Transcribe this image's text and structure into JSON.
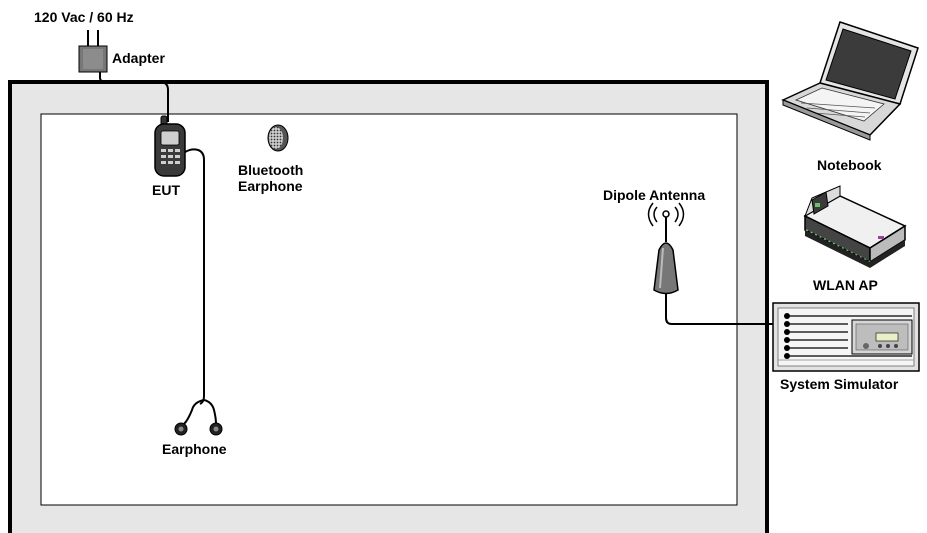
{
  "labels": {
    "power_source": "120 Vac / 60 Hz",
    "adapter": "Adapter",
    "eut": "EUT",
    "bluetooth_earphone_line1": "Bluetooth",
    "bluetooth_earphone_line2": "Earphone",
    "earphone": "Earphone",
    "dipole_antenna": "Dipole Antenna",
    "notebook": "Notebook",
    "wlan_ap": "WLAN AP",
    "system_simulator": "System Simulator"
  },
  "colors": {
    "chamber_wall": "#e6e6e6",
    "chamber_outline": "#000000",
    "floor": "#ffffff",
    "cable": "#000000"
  },
  "icons": {
    "power_plug": "plug-icon",
    "adapter": "adapter-icon",
    "eut": "mobile-phone-icon",
    "bluetooth_earphone": "bluetooth-earphone-icon",
    "earphone": "wired-earphone-icon",
    "antenna": "dipole-antenna-icon",
    "notebook": "laptop-icon",
    "wlan_ap": "router-icon",
    "system_simulator": "rack-instrument-icon"
  }
}
